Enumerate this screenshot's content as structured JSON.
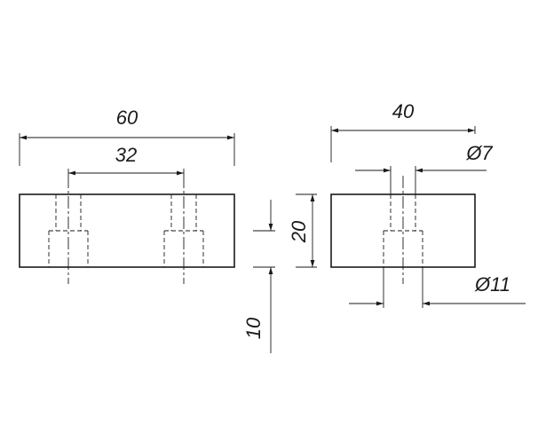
{
  "drawing": {
    "front_view": {
      "width_dim": "60",
      "hole_spacing_dim": "32",
      "height_dim": "20",
      "counterbore_depth_dim": "10"
    },
    "side_view": {
      "depth_dim": "40",
      "hole_diameter_dim": "Ø7",
      "counterbore_diameter_dim": "Ø11"
    }
  }
}
